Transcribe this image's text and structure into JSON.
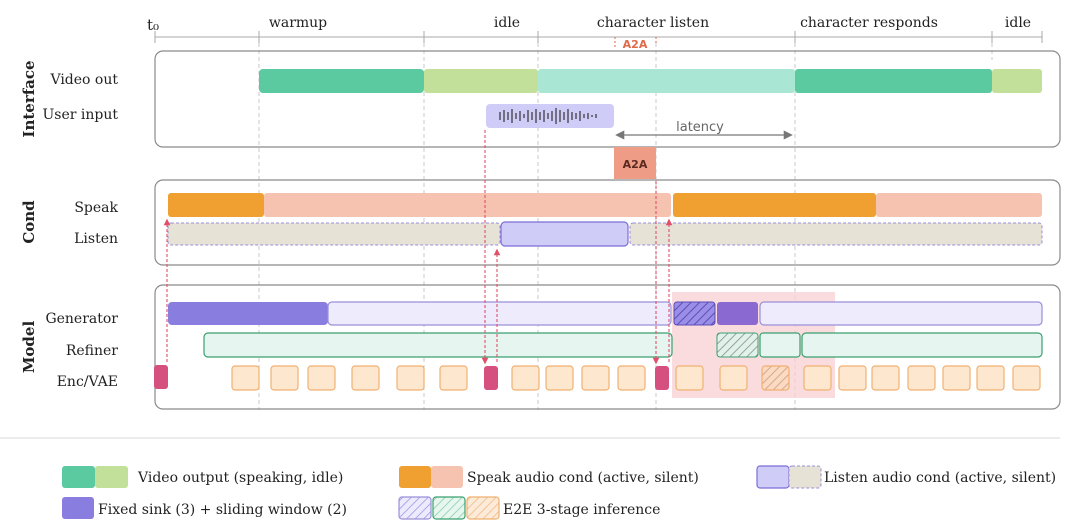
{
  "timeline": {
    "t0_label": "t₀",
    "phases": [
      "warmup",
      "idle",
      "character listen",
      "character responds",
      "idle"
    ],
    "a2a_top_label": "A2A"
  },
  "sections": {
    "interface": {
      "title": "Interface",
      "rows": [
        "Video out",
        "User input"
      ],
      "latency_label": "latency"
    },
    "cond": {
      "title": "Cond",
      "rows": [
        "Speak",
        "Listen"
      ],
      "a2a_box_label": "A2A"
    },
    "model": {
      "title": "Model",
      "rows": [
        "Generator",
        "Refiner",
        "Enc/VAE"
      ]
    }
  },
  "legend": [
    "Video output (speaking, idle)",
    "Speak audio cond (active, silent)",
    "Listen audio cond (active, silent)",
    "Fixed sink (3) + sliding window (2)",
    "E2E 3-stage inference"
  ],
  "colors": {
    "video_speaking": "#5ccaa0",
    "video_idle": "#c2e09a",
    "video_listen": "#a9e6d4",
    "speak_active": "#f0a030",
    "speak_silent": "#f6c3b0",
    "listen_active": "#cfcdf7",
    "listen_silent": "#e6e2d5",
    "sink": "#8a7de0",
    "window": "#eeecfc",
    "refiner": "#e6f5ef",
    "enc_tile": "#fde7cf",
    "enc_marker": "#d5507e",
    "a2a": "#ef9c86",
    "highlight": "#f8d0d3"
  }
}
